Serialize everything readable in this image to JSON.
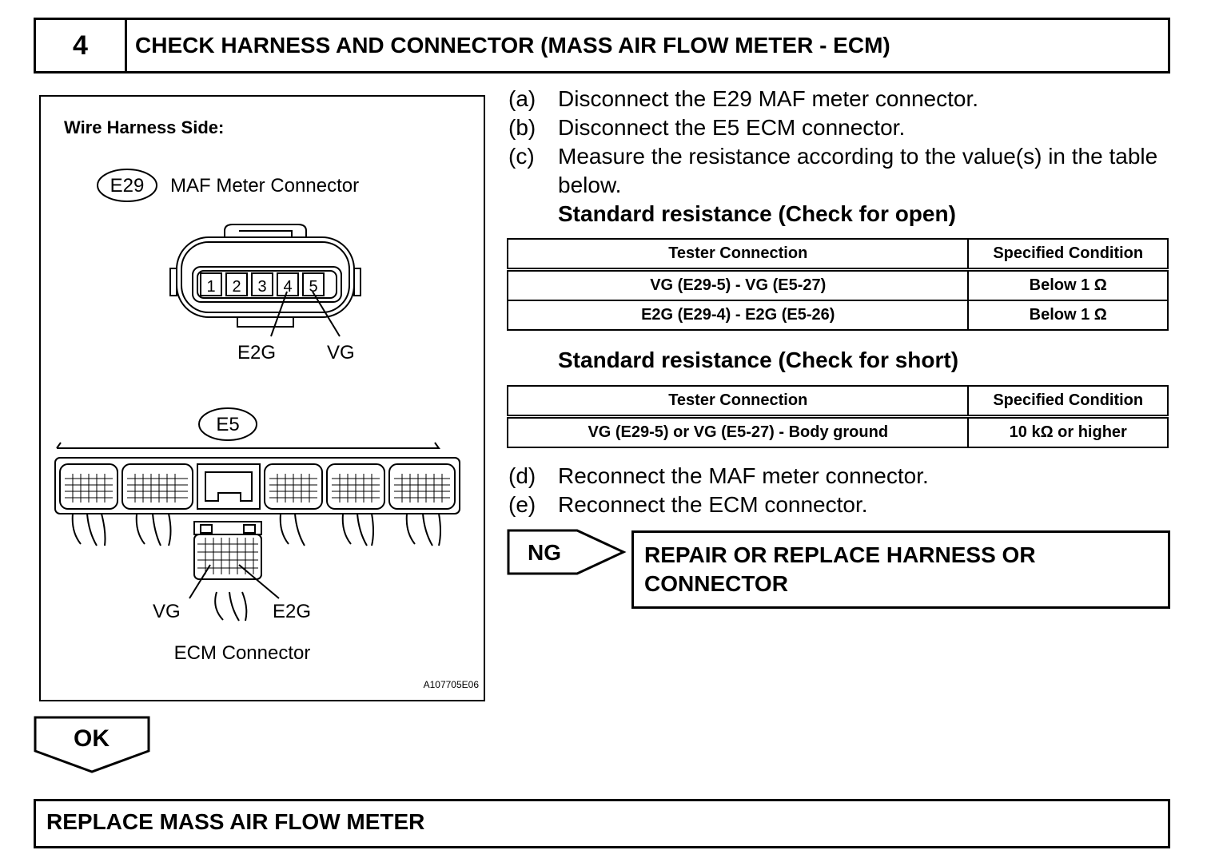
{
  "step": {
    "number": "4",
    "title": "CHECK HARNESS AND CONNECTOR (MASS AIR FLOW METER - ECM)"
  },
  "diagram": {
    "heading": "Wire Harness Side:",
    "maf_code": "E29",
    "maf_name": "MAF Meter Connector",
    "maf_pins": [
      "1",
      "2",
      "3",
      "4",
      "5"
    ],
    "maf_label_e2g": "E2G",
    "maf_label_vg": "VG",
    "ecm_code": "E5",
    "ecm_label_vg": "VG",
    "ecm_label_e2g": "E2G",
    "ecm_name": "ECM Connector",
    "figure_id": "A107705E06"
  },
  "instructions": [
    {
      "label": "(a)",
      "text": "Disconnect the E29 MAF meter connector."
    },
    {
      "label": "(b)",
      "text": "Disconnect the E5 ECM connector."
    },
    {
      "label": "(c)",
      "text": "Measure the resistance according to the value(s) in the table below."
    }
  ],
  "open_check": {
    "heading": "Standard resistance (Check for open)",
    "columns": [
      "Tester Connection",
      "Specified Condition"
    ],
    "rows": [
      [
        "VG (E29-5) - VG (E5-27)",
        "Below 1 Ω"
      ],
      [
        "E2G (E29-4) - E2G (E5-26)",
        "Below 1 Ω"
      ]
    ]
  },
  "short_check": {
    "heading": "Standard resistance (Check for short)",
    "columns": [
      "Tester Connection",
      "Specified Condition"
    ],
    "rows": [
      [
        "VG (E29-5) or VG (E5-27) - Body ground",
        "10 kΩ or higher"
      ]
    ]
  },
  "instructions_after": [
    {
      "label": "(d)",
      "text": "Reconnect the MAF meter connector."
    },
    {
      "label": "(e)",
      "text": "Reconnect the ECM connector."
    }
  ],
  "ng": {
    "label": "NG",
    "action_line1": "REPAIR OR REPLACE HARNESS OR",
    "action_line2": "CONNECTOR"
  },
  "ok": {
    "label": "OK",
    "result": "REPLACE MASS AIR FLOW METER"
  }
}
